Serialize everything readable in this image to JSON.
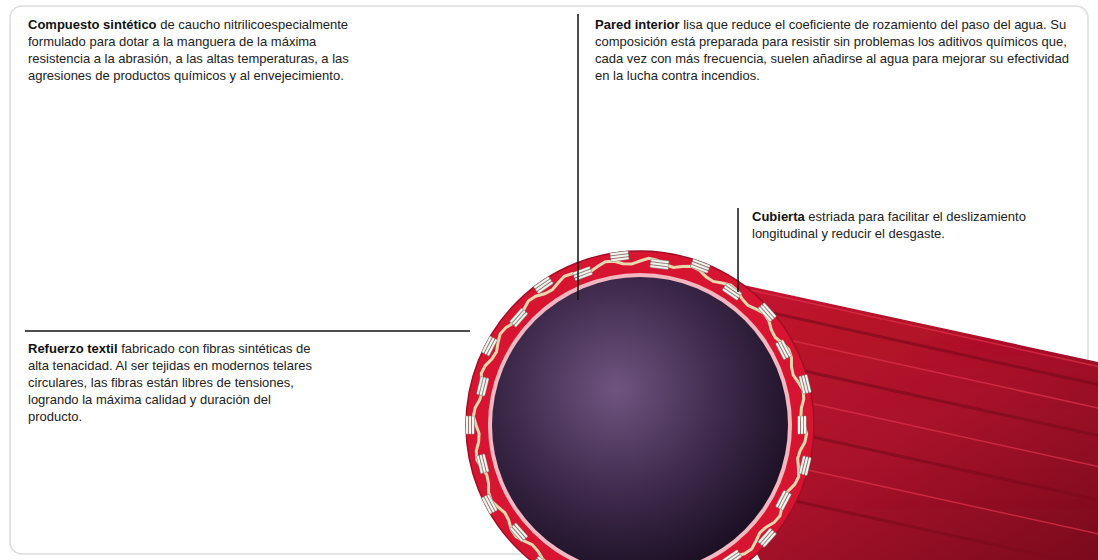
{
  "diagram": {
    "labels": [
      "Compuesto sintético",
      "de caucho nitrilicoespecialmente formulado para dotar a la manguera de la máxima resistencia a la abrasión, a las altas temperaturas, a las agresiones de productos químicos y al envejecimiento.",
      "Pared interior",
      "lisa que reduce el coeficiente de rozamiento del paso del agua. Su composición está preparada para resistir sin problemas los aditivos químicos que, cada vez con más frecuencia, suelen añadirse al agua para mejorar su efectividad en la lucha contra incendios.",
      "Cubierta",
      "estriada para facilitar el deslizamiento longitudinal y reducir el desgaste.",
      "Refuerzo textil",
      "fabricado con fibras sintéticas de alta tenacidad. Al ser tejidas en modernos telares circulares, las fibras están libres de tensiones, logrando la máxima calidad y duración del producto."
    ]
  }
}
